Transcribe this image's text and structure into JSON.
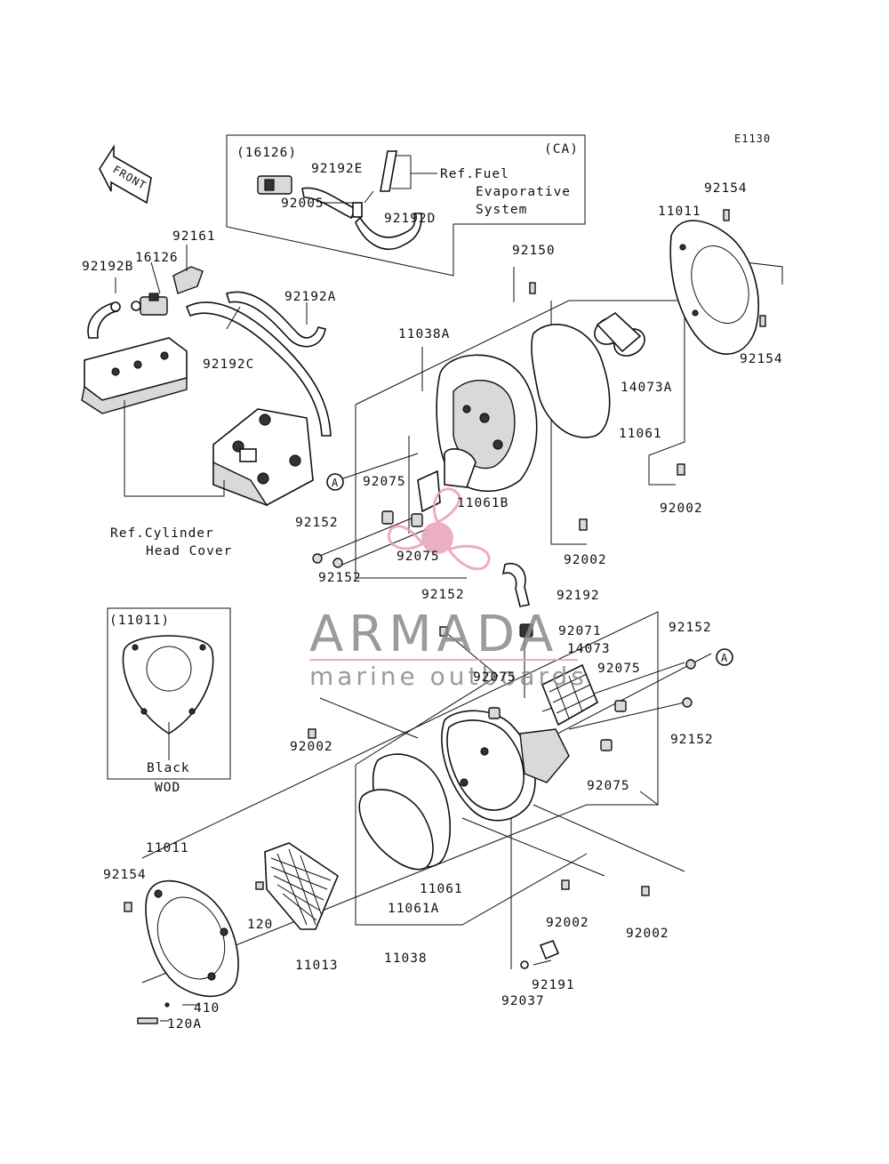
{
  "diagram_code": "E1130",
  "front_label": "FRONT",
  "box_ca": {
    "tag": "(CA)",
    "p1": "(16126)",
    "p2": "92192E",
    "p3": "92005",
    "p4": "92192D",
    "ref1": "Ref.Fuel",
    "ref2": "Evaporative",
    "ref3": "System"
  },
  "ref_head": {
    "line1": "Ref.Cylinder",
    "line2": "Head Cover"
  },
  "box_wod": {
    "tag": "(11011)",
    "color": "Black",
    "caption": "WOD"
  },
  "callout_a": "A",
  "parts": {
    "p92161": "92161",
    "p16126": "16126",
    "p92192B": "92192B",
    "p92192A": "92192A",
    "p92192C": "92192C",
    "p11038A": "11038A",
    "p92150": "92150",
    "p11011_top": "11011",
    "p92154_top1": "92154",
    "p92154_top2": "92154",
    "p14073A": "14073A",
    "p11061_top": "11061",
    "p92002_r1": "92002",
    "p92075_a": "92075",
    "p11061B": "11061B",
    "p92152_a": "92152",
    "p92075_b": "92075",
    "p92002_r2": "92002",
    "p92152_b": "92152",
    "p92192": "92192",
    "p92152_c": "92152",
    "p92071": "92071",
    "p92152_d": "92152",
    "p14073": "14073",
    "p92075_c": "92075",
    "p92075_d": "92075",
    "p92002_l": "92002",
    "p92152_e": "92152",
    "p92075_e": "92075",
    "p11011_bot": "11011",
    "p92154_bot": "92154",
    "p120": "120",
    "p11061_bot": "11061",
    "p11061A": "11061A",
    "p92002_b1": "92002",
    "p92002_b2": "92002",
    "p11013": "11013",
    "p11038": "11038",
    "p92191": "92191",
    "p92037": "92037",
    "p410": "410",
    "p120A": "120A"
  },
  "watermark": {
    "brand": "ARMADA",
    "tagline": "marine outboards",
    "logo": "propeller-logo",
    "colors": {
      "gray": "#8a8a8a",
      "pink": "#e8a0b8"
    }
  }
}
